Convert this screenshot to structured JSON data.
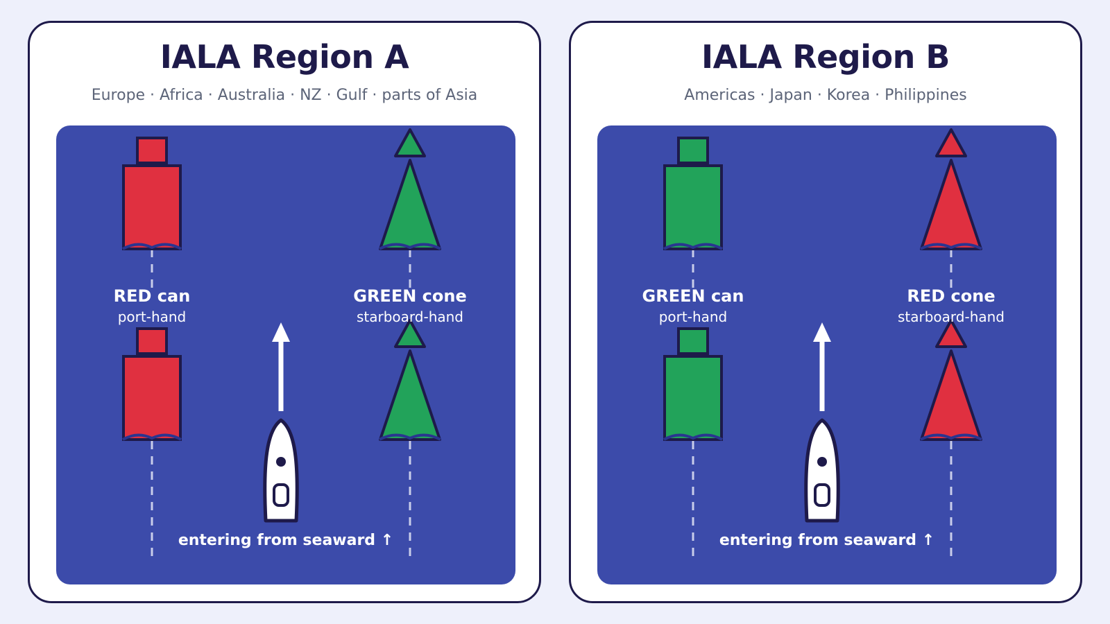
{
  "colors": {
    "background": "#eef0fb",
    "outline": "#1e1a4a",
    "water": "#3c4baa",
    "red": "#e03040",
    "green": "#22a35a",
    "white": "#ffffff"
  },
  "regions": [
    {
      "title": "IALA Region A",
      "subtitle": "Europe · Africa · Australia · NZ · Gulf · parts of Asia",
      "port_color": "red",
      "starboard_color": "green",
      "port_label": "RED can",
      "port_sub": "port-hand",
      "starboard_label": "GREEN cone",
      "starboard_sub": "starboard-hand",
      "caption": "entering from seaward ↑"
    },
    {
      "title": "IALA Region B",
      "subtitle": "Americas · Japan · Korea · Philippines",
      "port_color": "green",
      "starboard_color": "red",
      "port_label": "GREEN can",
      "port_sub": "port-hand",
      "starboard_label": "RED cone",
      "starboard_sub": "starboard-hand",
      "caption": "entering from seaward ↑"
    }
  ]
}
